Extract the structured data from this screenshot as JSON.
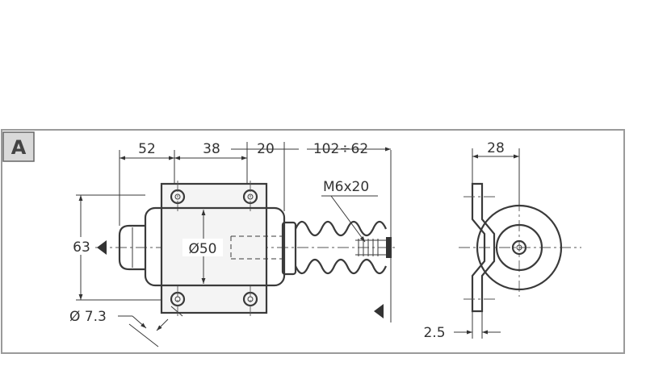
{
  "panel": {
    "label": "A"
  },
  "dimensions": {
    "d52": "52",
    "d38": "38",
    "d20": "20",
    "d102_62": "102÷62",
    "m6x20": "M6x20",
    "d63": "63",
    "dia50": "Ø50",
    "dia7_3": "Ø 7.3",
    "d28": "28",
    "d2_5": "2.5"
  }
}
